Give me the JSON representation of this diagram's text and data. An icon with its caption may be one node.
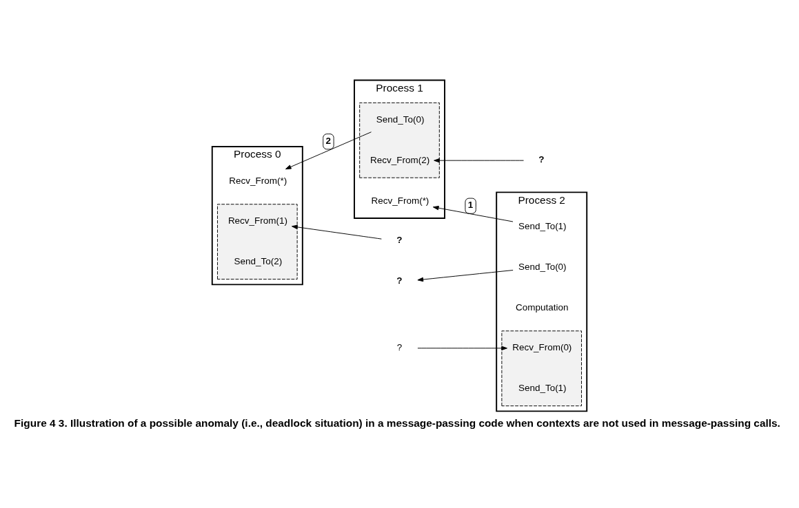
{
  "diagram": {
    "caption": "Figure 4 3. Illustration of a possible anomaly (i.e., deadlock situation) in a message-passing code when contexts are not used in message-passing calls.",
    "nodes": [
      {
        "text": [
          "Process 0"
        ]
      },
      {
        "text": [
          "Recv_From(*)"
        ],
        "in": 0
      },
      {
        "text": [],
        "shape": "box",
        "in": 0
      },
      {
        "text": [
          "Recv_From(1)"
        ],
        "in": 2
      },
      {
        "text": [
          "Send_To(2)"
        ],
        "in": 2
      },
      {
        "text": [
          "Process 2"
        ]
      },
      {
        "text": [
          "Send_To(1)"
        ],
        "in": 5
      },
      {
        "text": [
          "Computation"
        ],
        "in": 5
      },
      {
        "text": [
          "Send_To(0)"
        ],
        "in": 5
      },
      {
        "text": [],
        "shape": "box",
        "in": 5
      },
      {
        "text": [
          "Recv_From(0)"
        ],
        "in": 9
      },
      {
        "text": [
          "Send_To(1)"
        ],
        "in": 9
      },
      {
        "text": [
          "Process 1"
        ]
      },
      {
        "text": [
          "Recv_From(*)"
        ],
        "in": 12
      },
      {
        "text": [],
        "shape": "box",
        "in": 12
      },
      {
        "text": [
          "Send_To(0)"
        ],
        "in": 14
      },
      {
        "text": [
          "Recv_From(2)"
        ],
        "in": 14
      },
      {
        "text": [
          "?"
        ]
      },
      {
        "text": [
          "?"
        ]
      },
      {
        "text": [
          "?"
        ]
      },
      {
        "text": [
          "?"
        ]
      }
    ],
    "edges": [
      {
        "from": 15,
        "to": 1,
        "arrow": "to",
        "label": "2"
      },
      {
        "from": 17,
        "to": 3,
        "arrow": "to"
      },
      {
        "from": 6,
        "to": 13,
        "arrow": "to",
        "label": "1"
      },
      {
        "from": 8,
        "to": 18,
        "arrow": "to"
      },
      {
        "from": 19,
        "to": 10,
        "arrow": "to"
      },
      {
        "from": 20,
        "to": 16,
        "arrow": "to"
      }
    ]
  }
}
